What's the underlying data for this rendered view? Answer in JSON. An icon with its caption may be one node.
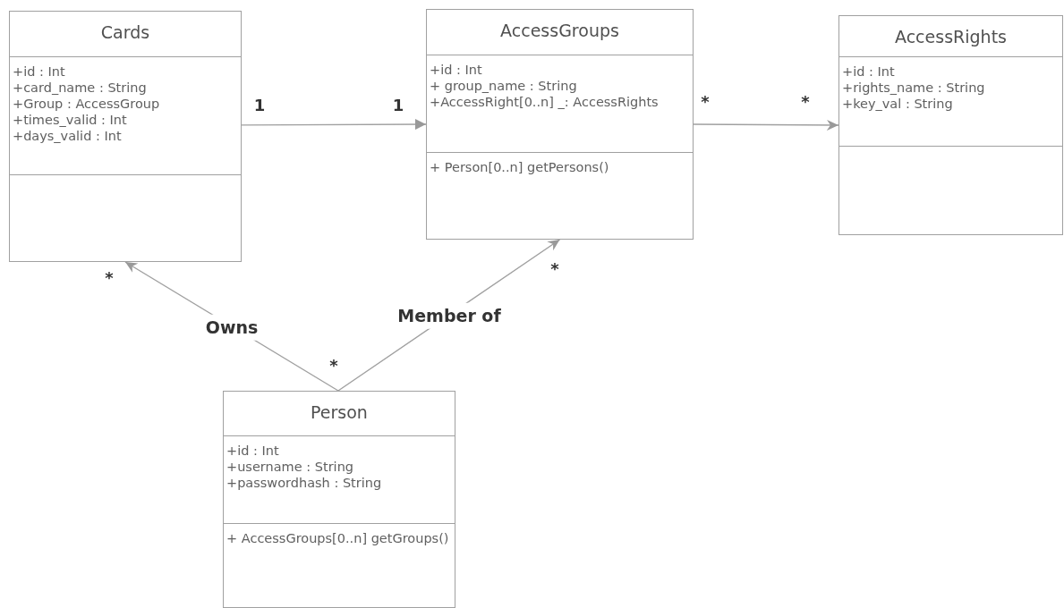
{
  "diagram": {
    "nodes": [
      {
        "text": [
          "Cards"
        ]
      },
      {
        "text": [
          "+id : Int",
          "+card_name : String",
          "+Group : AccessGroup",
          "+times_valid : Int",
          "+days_valid : Int"
        ],
        "in": 0
      },
      {
        "text": [],
        "shape": "box",
        "in": 0
      },
      {
        "text": [
          "AccessGroups"
        ]
      },
      {
        "text": [
          "+id : Int",
          "+ group_name : String",
          "+AccessRight[0..n] _: AccessRights"
        ],
        "in": 3
      },
      {
        "text": [
          "+ Person[0..n] getPersons()"
        ],
        "in": 3
      },
      {
        "text": [
          "AccessRights"
        ]
      },
      {
        "text": [
          "+id : Int",
          "+rights_name : String",
          "+key_val : String"
        ],
        "in": 6
      },
      {
        "text": [],
        "shape": "box",
        "in": 6
      },
      {
        "text": [
          "Person"
        ]
      },
      {
        "text": [
          "+id : Int",
          "+username : String",
          "+passwordhash : String"
        ],
        "in": 9
      },
      {
        "text": [
          "+ AccessGroups[0..n] getGroups()"
        ],
        "in": 9
      }
    ],
    "edges": [
      {
        "from": 0,
        "to": 3,
        "arrow": "to"
      },
      {
        "from": 3,
        "to": 6,
        "arrow": "to"
      },
      {
        "from": 9,
        "to": 0,
        "arrow": "to",
        "label": "Owns"
      },
      {
        "from": 9,
        "to": 3,
        "arrow": "to",
        "label": "Member of"
      }
    ],
    "labels": [
      "1",
      "1",
      "*",
      "*",
      "*",
      "*",
      "*"
    ]
  }
}
